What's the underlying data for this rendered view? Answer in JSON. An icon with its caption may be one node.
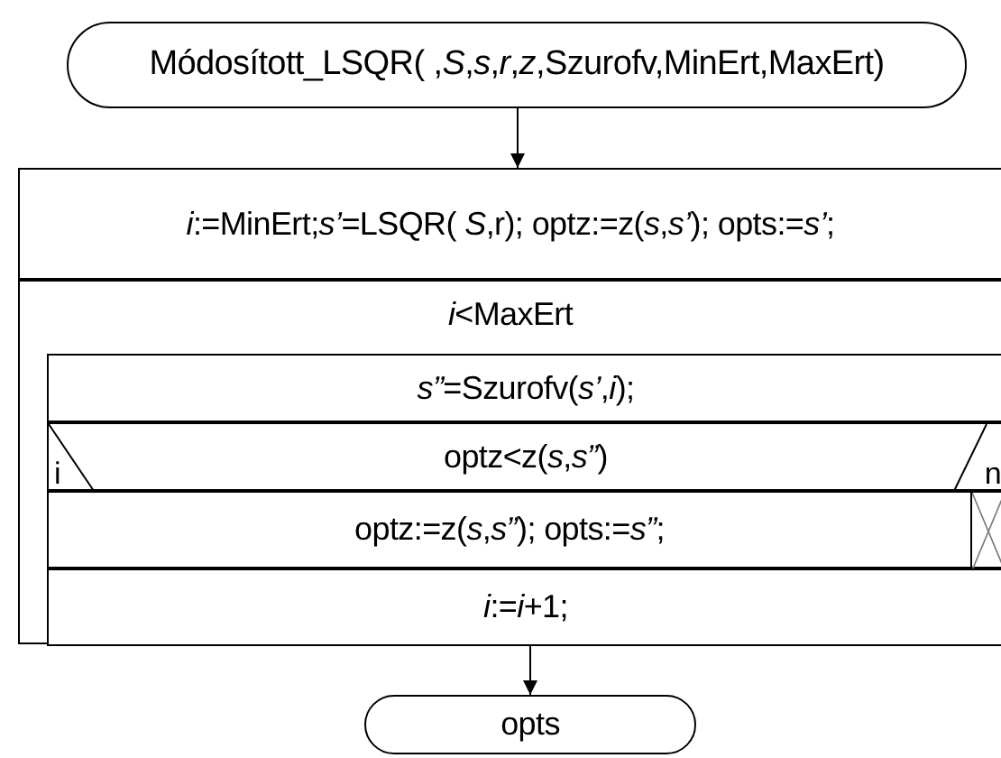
{
  "diagram": {
    "nodes": [
      {
        "text": [
          "Módosított_LSQR(  ,*S*,*s*,*r*,*z*,Szurofv,MinErt,MaxErt)"
        ]
      },
      {
        "text": [
          "*i*:=MinErt;*s’*=LSQR(  *S*,r); optz:=z(*s*,*s’*); opts:=*s’*;"
        ]
      },
      {
        "text": [
          "*i*<MaxErt"
        ]
      },
      {
        "text": [
          "*s”*=Szurofv(*s’*,*i*);"
        ],
        "in": 2
      },
      {
        "text": [
          "optz<z(*s*,*s”*)",
          "i",
          "n"
        ],
        "in": 2
      },
      {
        "text": [
          "optz:=z(*s*,*s”*); opts:=*s”*;"
        ],
        "in": 2
      },
      {
        "text": [],
        "shape": "box",
        "in": 2
      },
      {
        "text": [
          "*i*:=*i*+1;"
        ],
        "in": 2
      },
      {
        "text": [
          "opts"
        ]
      }
    ],
    "edges": [
      {
        "from": 0,
        "to": 1,
        "arrow": "to"
      },
      {
        "from": 2,
        "to": 8,
        "arrow": "to"
      }
    ]
  }
}
